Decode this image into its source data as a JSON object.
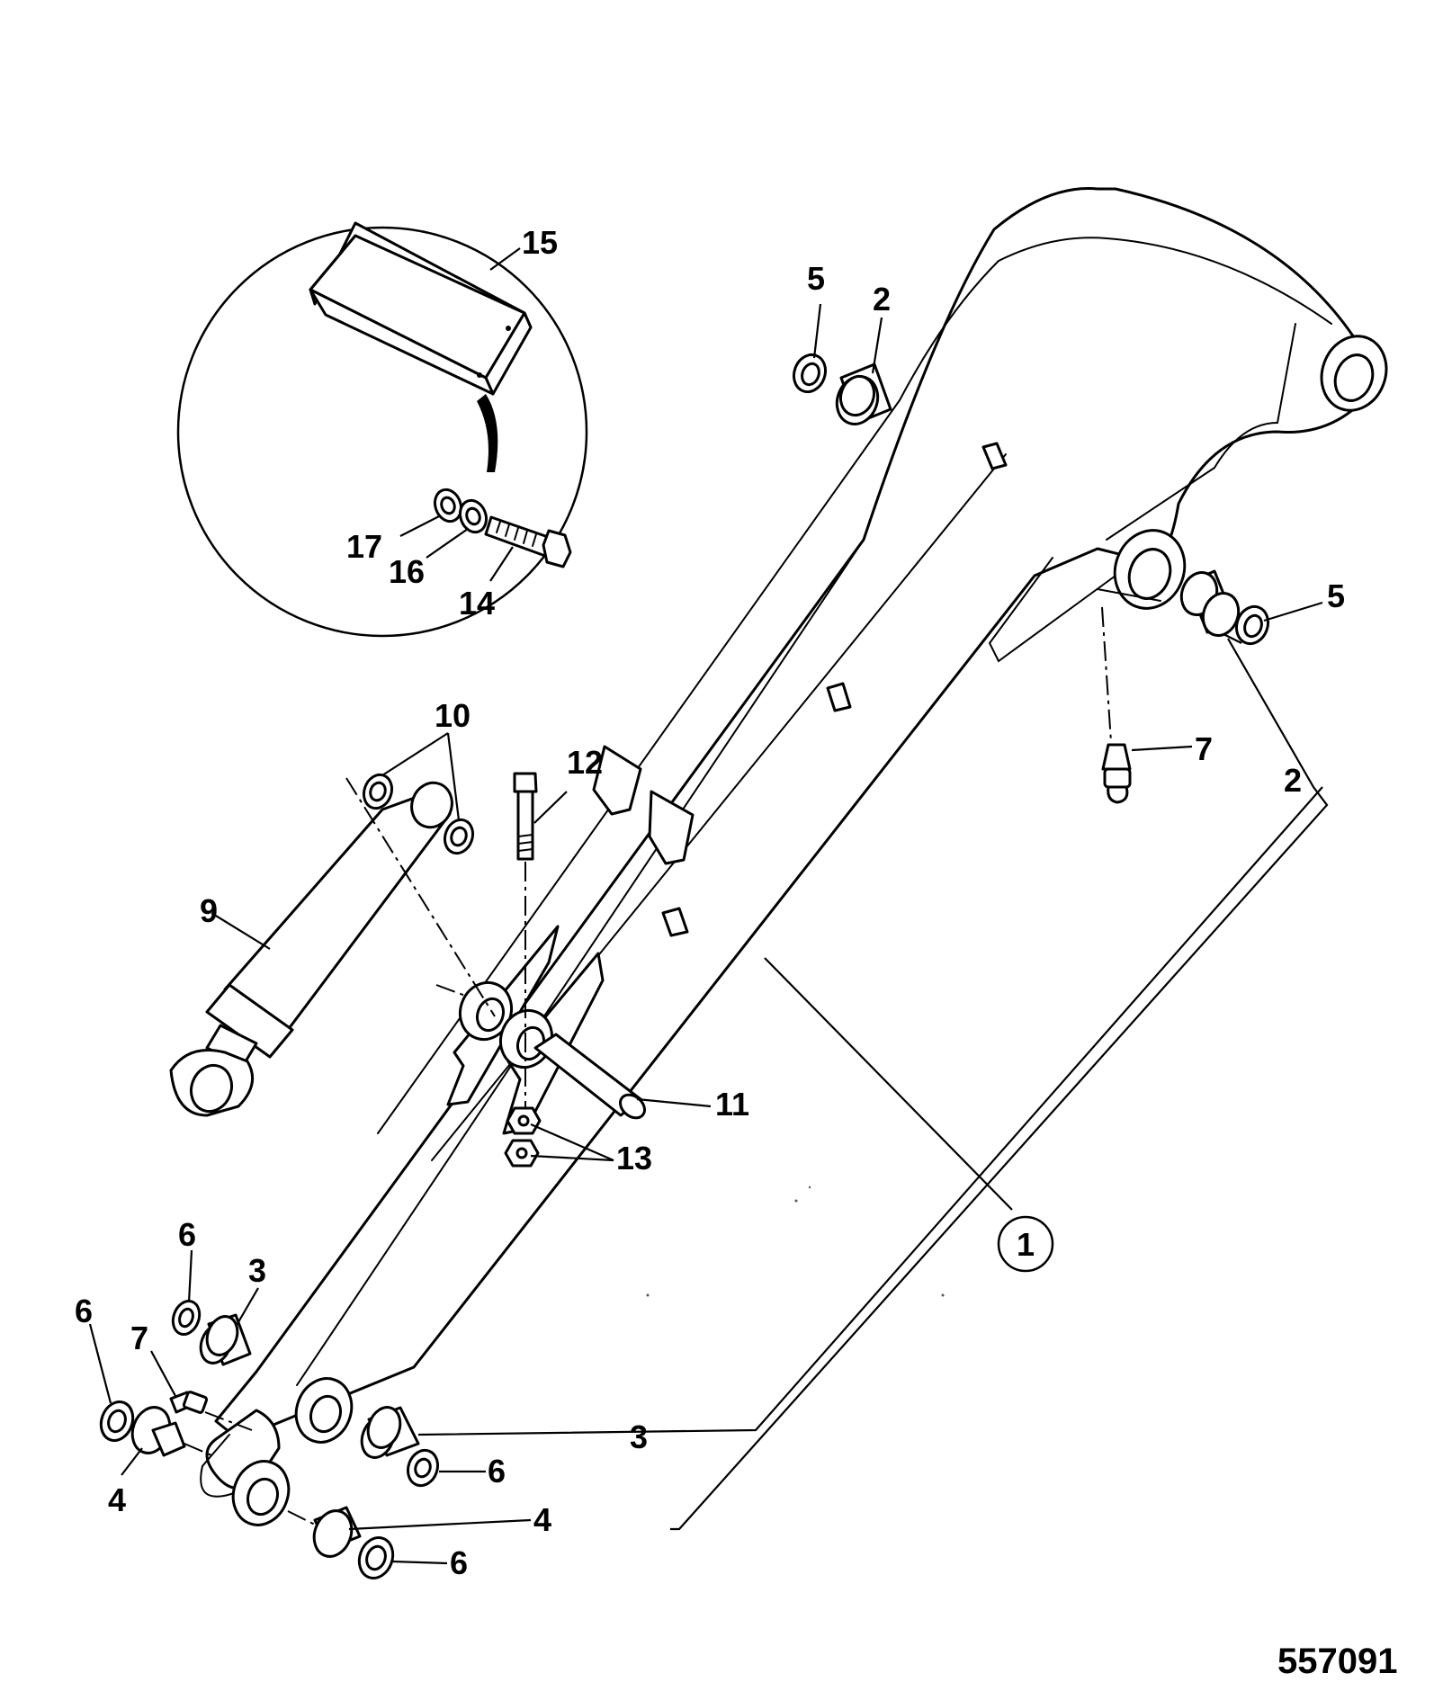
{
  "figure_ref": "557091",
  "callouts": [
    "1",
    "2",
    "3",
    "4",
    "5",
    "6",
    "7",
    "9",
    "10",
    "11",
    "12",
    "13",
    "14",
    "15",
    "16",
    "17"
  ]
}
